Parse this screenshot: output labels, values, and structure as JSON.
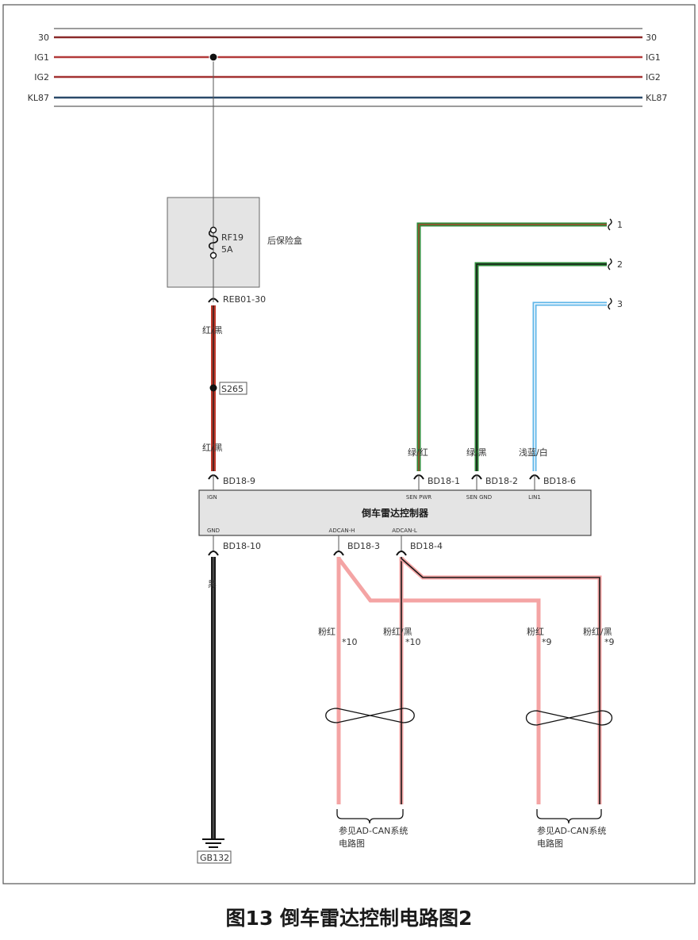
{
  "bus_lines": [
    {
      "label": "30",
      "color": "#8a2a2a"
    },
    {
      "label": "IG1",
      "color": "#b23a3a"
    },
    {
      "label": "IG2",
      "color": "#a33232"
    },
    {
      "label": "KL87",
      "color": "#2a4a6a"
    }
  ],
  "fuse_box": {
    "name": "后保险盒",
    "fuse_id": "RF19",
    "fuse_rating": "5A"
  },
  "connectors": {
    "reb01_30": "REB01-30",
    "bd18_9": "BD18-9",
    "bd18_10": "BD18-10",
    "bd18_1": "BD18-1",
    "bd18_2": "BD18-2",
    "bd18_6": "BD18-6",
    "bd18_3": "BD18-3",
    "bd18_4": "BD18-4"
  },
  "splice": "S265",
  "ground": "GB132",
  "controller": {
    "name": "倒车雷达控制器",
    "pins": {
      "ign": "IGN",
      "gnd": "GND",
      "sen_pwr": "SEN PWR",
      "sen_gnd": "SEN GND",
      "lin1": "LIN1",
      "adcan_h": "ADCAN-H",
      "adcan_l": "ADCAN-L"
    }
  },
  "wire_colors": {
    "ign_upper": "红/黑",
    "ign_lower": "红/黑",
    "gnd": "黑",
    "sen_pwr": "绿/红",
    "sen_gnd": "绿/黑",
    "lin1": "浅蓝/白",
    "can_h_left": "粉红",
    "can_l_left": "粉红/黑",
    "can_h_right": "粉红",
    "can_l_right": "粉红/黑"
  },
  "notes": {
    "n10a": "*10",
    "n10b": "*10",
    "n9a": "*9",
    "n9b": "*9"
  },
  "off_sheet": [
    "1",
    "2",
    "3"
  ],
  "references": [
    {
      "line1": "参见AD-CAN系统",
      "line2": "电路图"
    },
    {
      "line1": "参见AD-CAN系统",
      "line2": "电路图"
    }
  ],
  "palette": {
    "red": "#c0392b",
    "black": "#1a1a1a",
    "green": "#2e8b3a",
    "pink": "#f4a4a4",
    "light_blue": "#5fb6e8",
    "box_fill": "#e4e4e4"
  },
  "caption": "图13  倒车雷达控制电路图2"
}
